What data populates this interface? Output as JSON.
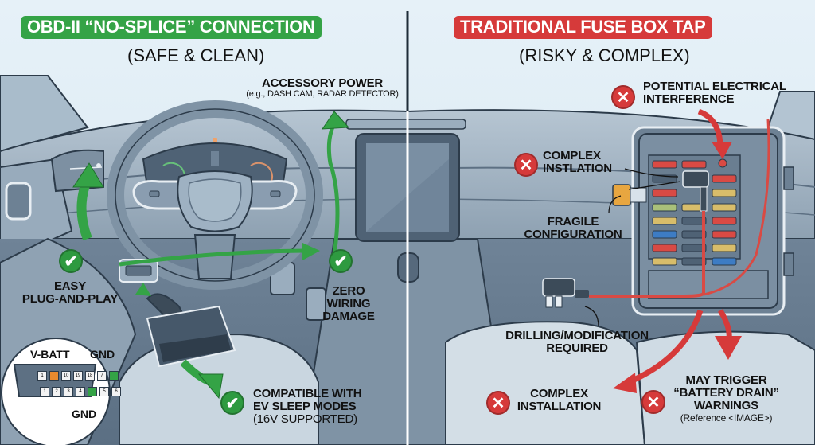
{
  "colors": {
    "safe_green": "#34a346",
    "risky_red": "#d63a3a",
    "background": "#dbeaf3",
    "interior": "#8fa2b3",
    "outline": "#2c3b4a"
  },
  "left_panel": {
    "title": "OBD-II “NO-SPLICE” CONNECTION",
    "subtitle": "(SAFE & CLEAN)",
    "callouts": {
      "accessory_power": {
        "title": "ACCESSORY POWER",
        "detail": "(e.g., DASH CAM, RADAR DETECTOR)"
      },
      "easy": {
        "line1": "EASY",
        "line2": "PLUG-AND-PLAY",
        "icon": "check-icon"
      },
      "zero_wiring": {
        "line1": "ZERO",
        "line2": "WIRING",
        "line3": "DAMAGE",
        "icon": "check-icon"
      },
      "ev_sleep": {
        "line1": "COMPATIBLE WITH",
        "line2": "EV SLEEP MODES",
        "line3": "(16V SUPPORTED)",
        "icon": "check-icon"
      }
    },
    "pinout": {
      "vbatt_label": "V-BATT",
      "gnd_top_label": "GND",
      "gnd_bottom_label": "GND",
      "top_row": [
        "1",
        "",
        "10",
        "19",
        "18",
        "7",
        ""
      ],
      "bottom_row": [
        "1",
        "2",
        "3",
        "4",
        "",
        "5",
        "6"
      ]
    }
  },
  "right_panel": {
    "title": "TRADITIONAL FUSE BOX TAP",
    "subtitle": "(RISKY & COMPLEX)",
    "callouts": {
      "interference": {
        "line1": "POTENTIAL ELECTRICAL",
        "line2": "INTERFERENCE",
        "icon": "x-icon"
      },
      "complex_instlation": {
        "line1": "COMPLEX",
        "line2": "INSTLATION",
        "icon": "x-icon"
      },
      "fragile": {
        "line1": "FRAGILE",
        "line2": "CONFIGURATION"
      },
      "drilling": {
        "line1": "DRILLING/MODIFICATION",
        "line2": "REQUIRED"
      },
      "complex_installation": {
        "line1": "COMPLEX",
        "line2": "INSTALLATION",
        "icon": "x-icon"
      },
      "battery_drain": {
        "line1": "MAY TRIGGER",
        "line2": "“BATTERY DRAIN”",
        "line3": "WARNINGS",
        "line4": "(Reference <IMAGE>)",
        "icon": "x-icon"
      }
    }
  },
  "icons": {
    "check": "✔",
    "x": "✕"
  }
}
